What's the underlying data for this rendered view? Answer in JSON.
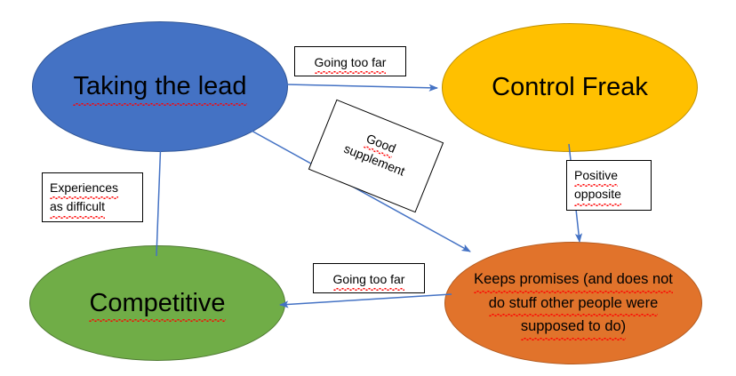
{
  "diagram": {
    "title": "Taking the lead / Control Freak concept map",
    "background": "#FFFFFF",
    "arrow_color": "#4472C4"
  },
  "nodes": [
    {
      "id": "taking-the-lead",
      "label": "Taking the lead",
      "fill": "#4472C4",
      "stroke": "#2F5597",
      "shape": "ellipse"
    },
    {
      "id": "control-freak",
      "label": "Control Freak",
      "fill": "#FFC000",
      "stroke": "#BF9000",
      "shape": "ellipse"
    },
    {
      "id": "competitive",
      "label": "Competitive",
      "fill": "#70AD47",
      "stroke": "#4E7A31",
      "shape": "ellipse"
    },
    {
      "id": "keeps-promises",
      "line1": "Keeps promises (and does not",
      "line2": "do stuff other people were",
      "line3": "supposed to do)",
      "fill": "#E1732B",
      "stroke": "#B35A1F",
      "shape": "ellipse"
    }
  ],
  "labels": {
    "going_too_far_top": "Going too far",
    "going_too_far_bottom": "Going too far",
    "good_supplement_line1": "Good",
    "good_supplement_line2": "supplement",
    "experiences_line1": "Experiences",
    "experiences_line2": "as difficult",
    "positive_line1": "Positive",
    "positive_line2": "opposite"
  },
  "edges": [
    {
      "id": "taking-to-control",
      "from": "taking-the-lead",
      "to": "control-freak",
      "label": "Going too far"
    },
    {
      "id": "taking-to-keeps",
      "from": "taking-the-lead",
      "to": "keeps-promises",
      "label": "Good supplement"
    },
    {
      "id": "control-to-keeps",
      "from": "control-freak",
      "to": "keeps-promises",
      "label": "Positive opposite"
    },
    {
      "id": "keeps-to-competitive",
      "from": "keeps-promises",
      "to": "competitive",
      "label": "Going too far"
    },
    {
      "id": "competitive-to-taking",
      "from": "competitive",
      "to": "taking-the-lead",
      "label": "Experiences as difficult"
    }
  ]
}
